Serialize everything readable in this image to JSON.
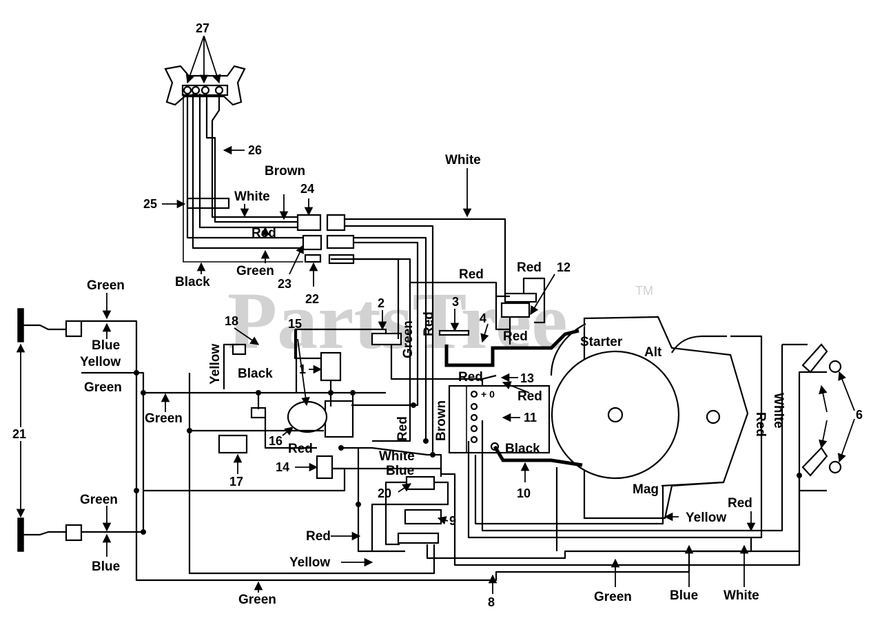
{
  "watermark": {
    "text": "PartsTree",
    "trademark": "TM"
  },
  "part_numbers": {
    "n1": "1",
    "n2": "2",
    "n3": "3",
    "n4": "4",
    "n6": "6",
    "n8": "8",
    "n9": "9",
    "n10": "10",
    "n11": "11",
    "n12": "12",
    "n13": "13",
    "n14": "14",
    "n15": "15",
    "n16": "16",
    "n17": "17",
    "n18": "18",
    "n20": "20",
    "n21": "21",
    "n22": "22",
    "n23": "23",
    "n24": "24",
    "n25": "25",
    "n26": "26",
    "n27": "27"
  },
  "wire_labels": {
    "white_top": "White",
    "brown_top": "Brown",
    "white_25": "White",
    "red_24": "Red",
    "green_23": "Green",
    "black_25": "Black",
    "green_left": "Green",
    "blue_left": "Blue",
    "yellow_left": "Yellow",
    "green_left2": "Green",
    "green_left3": "Green",
    "yellow_18": "Yellow",
    "black_mid": "Black",
    "green_vert": "Green",
    "red_vert1": "Red",
    "red_vert2": "Red",
    "red_3": "Red",
    "red_12": "Red",
    "red_4": "Red",
    "red_13a": "Red",
    "red_13b": "Red",
    "brown_vert": "Brown",
    "red_15": "Red",
    "white_mid": "White",
    "blue_mid": "Blue",
    "black_10": "Black",
    "green_bottom_left": "Green",
    "blue_bottom_left": "Blue",
    "red_9": "Red",
    "yellow_bottom": "Yellow",
    "green_bottom": "Green",
    "green_bottom2": "Green",
    "blue_bottom": "Blue",
    "white_bottom": "White",
    "white_right": "White",
    "red_right": "Red",
    "red_right2": "Red",
    "yellow_right": "Yellow"
  },
  "engine_labels": {
    "starter": "Starter",
    "alt": "Alt",
    "mag": "Mag"
  },
  "battery_terminals": {
    "pos_neg": "+ 0"
  }
}
